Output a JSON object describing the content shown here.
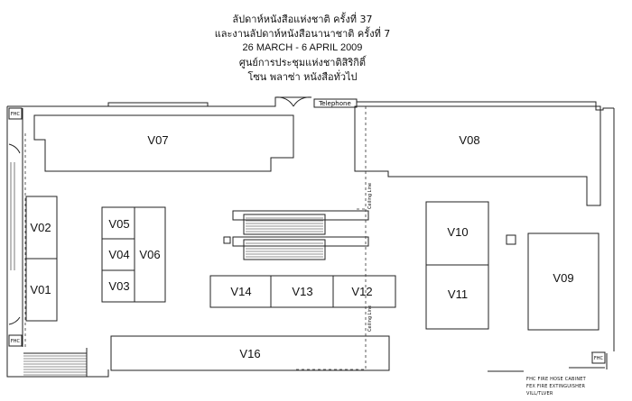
{
  "header": {
    "line1": "ลัปดาห์หนังสือแห่งชาติ ครั้งที่ 37",
    "line2": "และงานลัปดาห์หนังสือนานาชาติ ครั้งที่ 7",
    "line3": "26 MARCH - 6 APRIL 2009",
    "line4": "ศูนย์การประชุมแห่งชาติสิริกิติ์",
    "line5": "โซน พลาซ่า หนังสือทั่วไป"
  },
  "booths": {
    "v01": "V01",
    "v02": "V02",
    "v03": "V03",
    "v04": "V04",
    "v05": "V05",
    "v06": "V06",
    "v07": "V07",
    "v08": "V08",
    "v09": "V09",
    "v10": "V10",
    "v11": "V11",
    "v12": "V12",
    "v13": "V13",
    "v14": "V14",
    "v16": "V16"
  },
  "labels": {
    "telephone": "Telephone",
    "ceiling_line": "Ceiling Line",
    "fhc": "FHC",
    "fhc_left": "FHC",
    "fhc_right": "FHC"
  },
  "legend": {
    "line1": "FHC  FIRE HOSE CABINET",
    "line2": "FEX  FIRE EXTINGUISHER",
    "line3": "VILL/TLVER"
  }
}
